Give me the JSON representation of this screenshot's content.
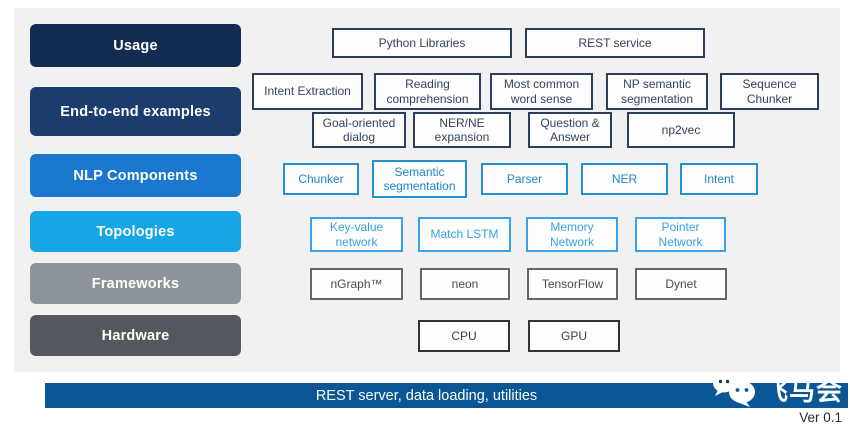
{
  "sidebar": [
    "Usage",
    "End-to-end examples",
    "NLP Components",
    "Topologies",
    "Frameworks",
    "Hardware"
  ],
  "usage_row": [
    "Python Libraries",
    "REST service"
  ],
  "examples_row1": [
    "Intent Extraction",
    "Reading comprehension",
    "Most common word sense",
    "NP semantic segmentation",
    "Sequence Chunker"
  ],
  "examples_row2": [
    "Goal-oriented dialog",
    "NER/NE expansion",
    "Question & Answer",
    "np2vec"
  ],
  "components_row": [
    "Chunker",
    "Semantic segmentation",
    "Parser",
    "NER",
    "Intent"
  ],
  "topologies_row": [
    "Key-value network",
    "Match LSTM",
    "Memory Network",
    "Pointer Network"
  ],
  "frameworks_row": [
    "nGraph™",
    "neon",
    "TensorFlow",
    "Dynet"
  ],
  "hardware_row": [
    "CPU",
    "GPU"
  ],
  "footer": {
    "bar_label": "REST server, data loading, utilities",
    "version": "Ver 0.1",
    "watermark_text": "飞马会",
    "watermark_icon": "wechat-icon"
  },
  "colors": {
    "panel_bg": "#f1f1f2",
    "sidebar_usage": "#142c50",
    "sidebar_e2e": "#1a3d6d",
    "sidebar_nlp": "#1b78ce",
    "sidebar_topologies": "#16a5e6",
    "sidebar_frameworks": "#8e949b",
    "sidebar_hardware": "#54585e",
    "box_dark_border": "#2b3e5c",
    "box_blue_border": "#2590cf",
    "box_lightblue_border": "#38a4e8",
    "box_gray_border": "#63666b",
    "box_black_border": "#303438",
    "footer_bar": "#0b5796"
  }
}
